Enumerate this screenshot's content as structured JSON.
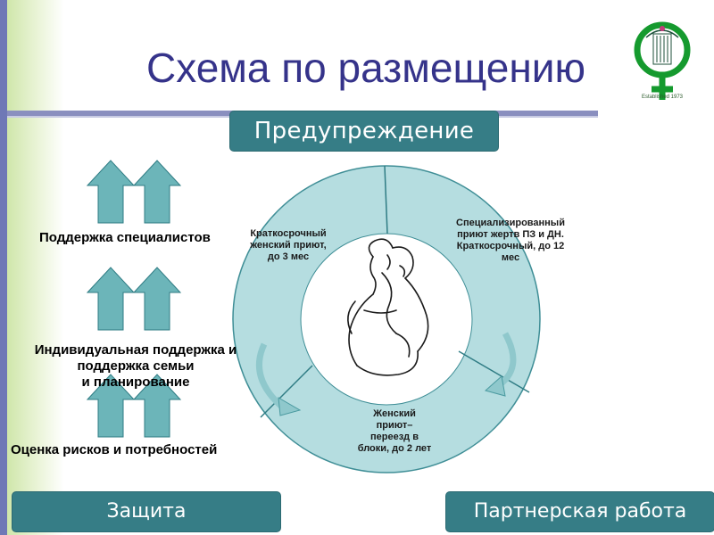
{
  "title": "Схема по размещению",
  "logo": {
    "caption": "Established 1973",
    "icon": "female-symbol-logo-icon"
  },
  "banners": {
    "top": "Предупреждение",
    "bottom_left": "Защита",
    "bottom_right": "Партнерская работа"
  },
  "cycle": {
    "segments": [
      {
        "label": "Краткосрочный женский приют, до 3 мес"
      },
      {
        "label": "Специализированный приют жертв ПЗ и ДН. Краткосрочный, до 12 мес"
      },
      {
        "label": "Женский приют–переезд в блоки, до 2 лет"
      }
    ],
    "center_image": "mother-child-illustration-icon"
  },
  "left_column": {
    "items": [
      {
        "label": "Поддержка специалистов"
      },
      {
        "label_lines": [
          "Индивидуальная поддержка и",
          "поддержка семьи",
          "и планирование"
        ]
      },
      {
        "label": "Оценка рисков и потребностей"
      }
    ],
    "arrow_icon": "up-arrow-icon"
  },
  "colors": {
    "title": "#35338a",
    "banner": "#367d86",
    "ring": "#b5dde0",
    "arrow_fill": "#6cb5b9",
    "accent_band": "#6f78b6"
  }
}
